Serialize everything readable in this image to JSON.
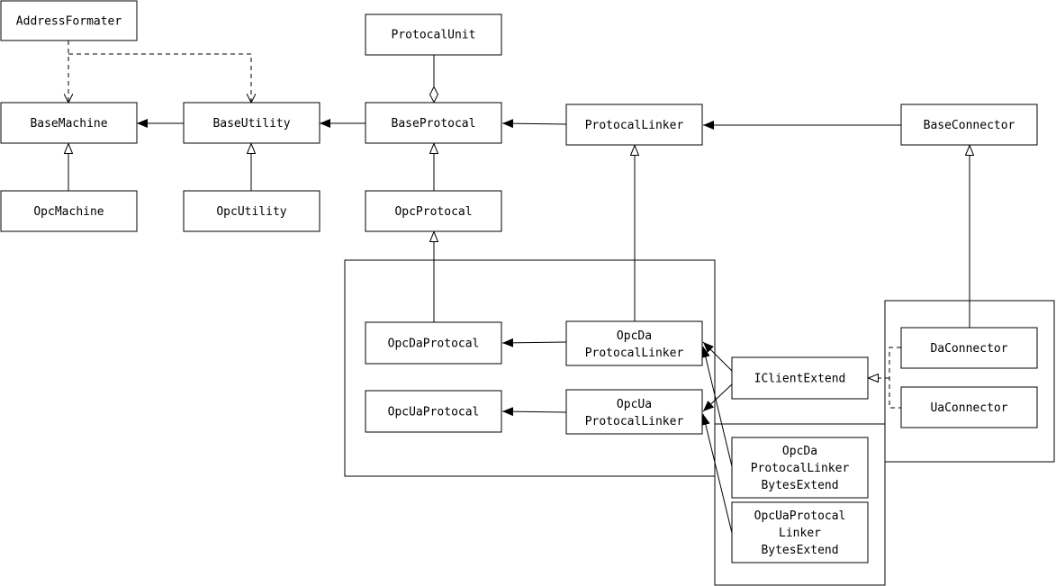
{
  "nodes": {
    "address_formater": "AddressFormater",
    "protocal_unit": "ProtocalUnit",
    "base_machine": "BaseMachine",
    "base_utility": "BaseUtility",
    "base_protocal": "BaseProtocal",
    "protocal_linker": "ProtocalLinker",
    "base_connector": "BaseConnector",
    "opc_machine": "OpcMachine",
    "opc_utility": "OpcUtility",
    "opc_protocal": "OpcProtocal",
    "opc_da_protocal": "OpcDaProtocal",
    "opc_ua_protocal": "OpcUaProtocal",
    "opc_da_protocal_linker": [
      "OpcDa",
      "ProtocalLinker"
    ],
    "opc_ua_protocal_linker": [
      "OpcUa",
      "ProtocalLinker"
    ],
    "i_client_extend": "IClientExtend",
    "da_connector": "DaConnector",
    "ua_connector": "UaConnector",
    "opc_da_bytes_extend": [
      "OpcDa",
      "ProtocalLinker",
      "BytesExtend"
    ],
    "opc_ua_bytes_extend": [
      "OpcUaProtocal",
      "Linker",
      "BytesExtend"
    ]
  },
  "relations": [
    {
      "from": "base_utility",
      "to": "base_machine",
      "type": "association"
    },
    {
      "from": "base_protocal",
      "to": "base_utility",
      "type": "association"
    },
    {
      "from": "protocal_linker",
      "to": "base_protocal",
      "type": "association"
    },
    {
      "from": "base_connector",
      "to": "protocal_linker",
      "type": "association"
    },
    {
      "from": "address_formater",
      "to": "base_machine",
      "type": "dependency"
    },
    {
      "from": "address_formater",
      "to": "base_utility",
      "type": "dependency"
    },
    {
      "from": "protocal_unit",
      "to": "base_protocal",
      "type": "aggregation"
    },
    {
      "from": "opc_machine",
      "to": "base_machine",
      "type": "inheritance"
    },
    {
      "from": "opc_utility",
      "to": "base_utility",
      "type": "inheritance"
    },
    {
      "from": "opc_protocal",
      "to": "base_protocal",
      "type": "inheritance"
    },
    {
      "from": "opc_da_protocal",
      "to": "opc_protocal",
      "type": "inheritance"
    },
    {
      "from": "opc_da_protocal_linker",
      "to": "protocal_linker",
      "type": "inheritance"
    },
    {
      "from": "da_connector",
      "to": "base_connector",
      "type": "inheritance"
    },
    {
      "from": "opc_da_protocal_linker",
      "to": "opc_da_protocal",
      "type": "association"
    },
    {
      "from": "opc_ua_protocal_linker",
      "to": "opc_ua_protocal",
      "type": "association"
    },
    {
      "from": "da_connector",
      "to": "i_client_extend",
      "type": "realization"
    },
    {
      "from": "ua_connector",
      "to": "i_client_extend",
      "type": "realization"
    },
    {
      "from": "i_client_extend",
      "to": "opc_da_protocal_linker",
      "type": "association"
    },
    {
      "from": "i_client_extend",
      "to": "opc_ua_protocal_linker",
      "type": "association"
    },
    {
      "from": "opc_da_bytes_extend",
      "to": "opc_da_protocal_linker",
      "type": "association"
    },
    {
      "from": "opc_ua_bytes_extend",
      "to": "opc_ua_protocal_linker",
      "type": "association"
    }
  ]
}
